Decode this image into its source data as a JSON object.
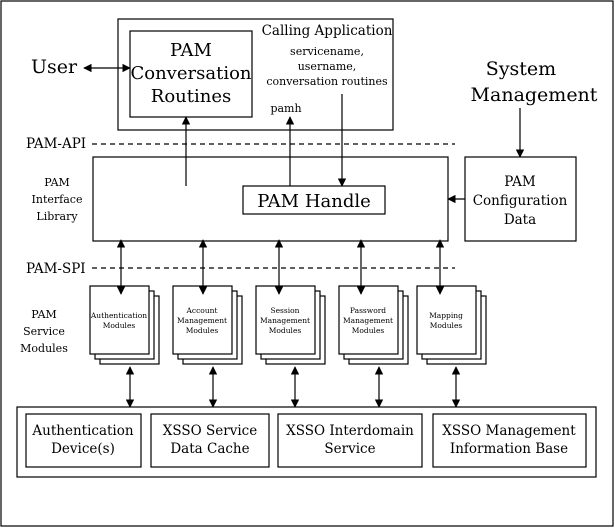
{
  "diagram": {
    "calling_application": {
      "title": "Calling Application",
      "conversation_box": [
        "PAM",
        "Conversation",
        "Routines"
      ],
      "params": [
        "servicename,",
        "username,",
        "conversation routines"
      ],
      "handle_label": "pamh"
    },
    "user_label": "User",
    "system_management": [
      "System",
      "Management"
    ],
    "pam_api_label": "PAM-API",
    "pam_spi_label": "PAM-SPI",
    "interface_library_label": [
      "PAM",
      "Interface",
      "Library"
    ],
    "pam_handle_label": "PAM Handle",
    "configuration_data": [
      "PAM",
      "Configuration",
      "Data"
    ],
    "service_modules_label": [
      "PAM",
      "Service",
      "Modules"
    ],
    "modules": [
      {
        "lines": [
          "Authentication",
          "Modules"
        ]
      },
      {
        "lines": [
          "Account",
          "Management",
          "Modules"
        ]
      },
      {
        "lines": [
          "Session",
          "Management",
          "Modules"
        ]
      },
      {
        "lines": [
          "Password",
          "Management",
          "Modules"
        ]
      },
      {
        "lines": [
          "Mapping",
          "Modules"
        ]
      }
    ],
    "backends": [
      {
        "lines": [
          "Authentication",
          "Device(s)"
        ]
      },
      {
        "lines": [
          "XSSO Service",
          "Data Cache"
        ]
      },
      {
        "lines": [
          "XSSO Interdomain",
          "Service"
        ]
      },
      {
        "lines": [
          "XSSO Management",
          "Information Base"
        ]
      }
    ]
  }
}
